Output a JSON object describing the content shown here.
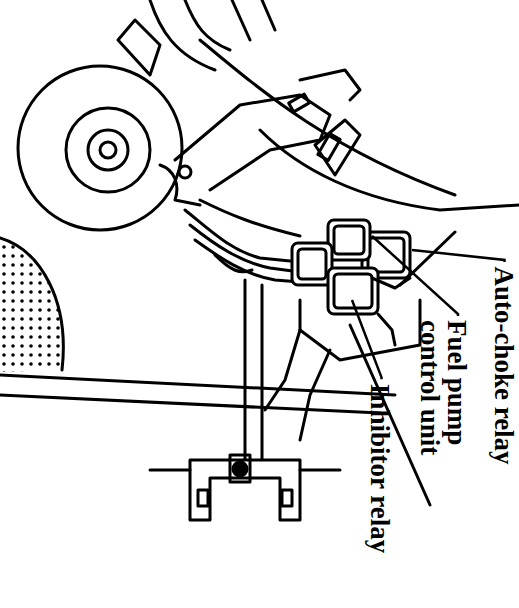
{
  "diagram": {
    "labels": [
      "Auto-choke relay",
      "Fuel pump control unit",
      "Inhibitor relay"
    ]
  }
}
